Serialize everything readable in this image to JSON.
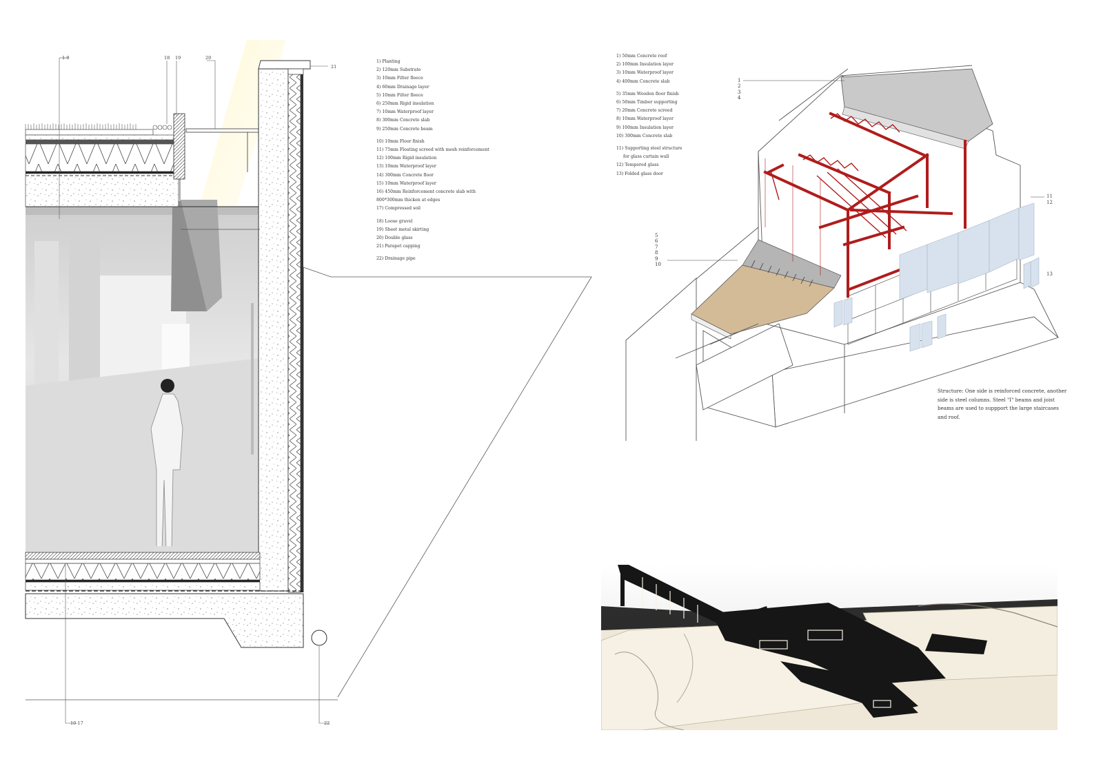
{
  "section": {
    "callouts": {
      "c1_9": "1-9",
      "c18": "18",
      "c19": "19",
      "c20": "20",
      "c21": "21",
      "c10_17": "10-17",
      "c22": "22"
    },
    "legend_groups": [
      [
        "1) Planting",
        "2) 120mm Substrate",
        "3) 10mm Filter fleece",
        "4) 60mm Drainage layer",
        "5) 10mm Filter fleece",
        "6) 250mm Rigid insulation",
        "7) 10mm Waterproof layer",
        "8) 300mm Concrete slab",
        "9) 250mm Concrete beam"
      ],
      [
        "10) 10mm Floor finish",
        "11) 75mm Floating screed with mesh reinforcement",
        "12) 100mm Rigid insulation",
        "13) 10mm Waterproof layer",
        "14) 300mm Concrete floor",
        "15) 10mm Waterproof layer",
        "16) 450mm Reinforcement concrete slab with",
        "800*300mm thicken at edges",
        "17) Compressed soil"
      ],
      [
        "18) Loose gravel",
        "19) Sheet metal skirting",
        "20) Double glass",
        "21) Parapet capping"
      ],
      [
        "22) Drainage pipe"
      ]
    ]
  },
  "axonometric": {
    "legend_groups": [
      [
        "1) 50mm Concrete roof",
        "2) 100mm Insulation layer",
        "3) 10mm Waterproof layer",
        "4) 400mm Concrete slab"
      ],
      [
        "5) 35mm Wooden floor finish",
        "6) 50mm Timber supporting",
        "7) 20mm Concrete screed",
        "8) 10mm Waterproof layer",
        "9) 100mm Insulation layer",
        "10) 300mm Concrete slab"
      ],
      [
        "11) Supporting steel structure",
        "for glass curtain wall",
        "12) Tempered glass",
        "13) Folded glass door"
      ]
    ],
    "stack_1_4": [
      "1",
      "2",
      "3",
      "4"
    ],
    "stack_5_10": [
      "5",
      "6",
      "7",
      "8",
      "9",
      "10"
    ],
    "label_11": "11",
    "label_12": "12",
    "label_13": "13",
    "caption_lines": [
      "Structure: One side is reinforced concrete, another",
      "side is steel columns. Steel \"I\" beams and joist",
      "beams are used to suppport the large staircases",
      "and roof."
    ]
  },
  "colors": {
    "steel_red": "#b01c1c",
    "wood_floor": "#d3bb98",
    "roof_grey": "#c9c9c9",
    "glass_blue": "#d7e2ee",
    "model_black": "#161616",
    "model_board": "#efe8d8"
  }
}
